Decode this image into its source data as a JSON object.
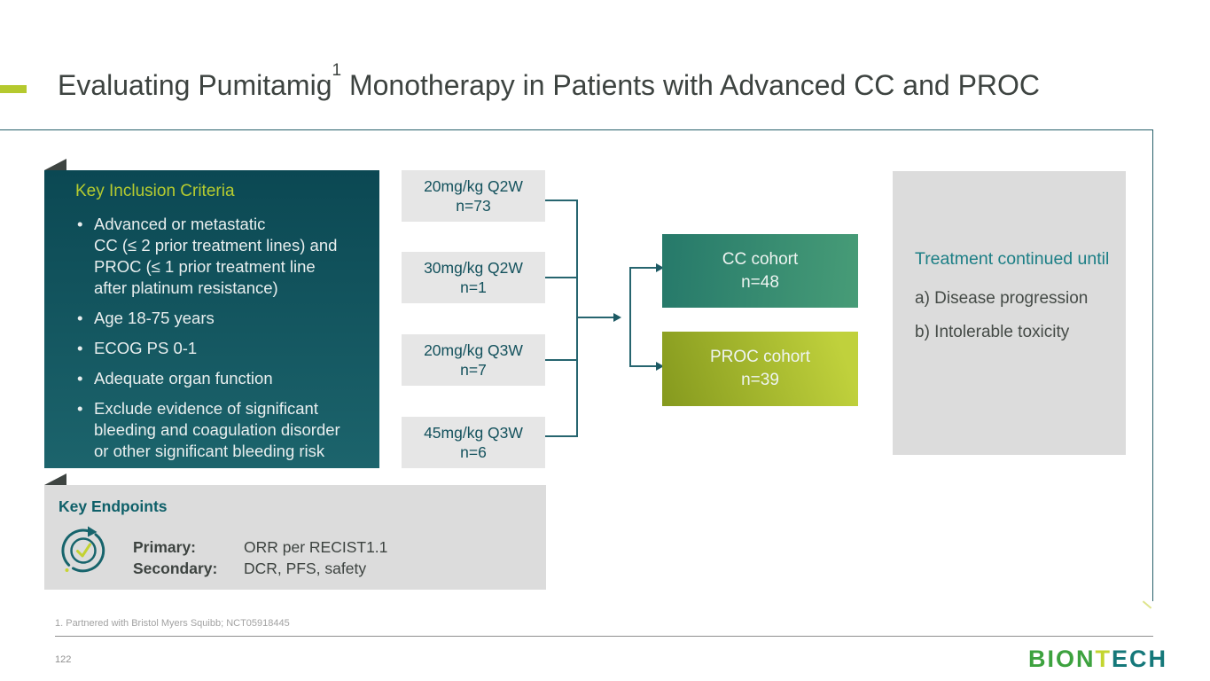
{
  "slide": {
    "title": {
      "prefix": "Evaluating Pumitamig",
      "sup": "1",
      "suffix": " Monotherapy in Patients with Advanced CC and PROC"
    },
    "footnote": "1. Partnered with Bristol Myers Squibb; NCT05918445",
    "page_number": "122",
    "logo": {
      "text": "BIONTECH",
      "letters": [
        "B",
        "I",
        "O",
        "N",
        "T",
        "E",
        "C",
        "H"
      ]
    }
  },
  "inclusion": {
    "heading": "Key Inclusion Criteria",
    "bullets": [
      "Advanced or metastatic\nCC (≤ 2 prior treatment lines) and\nPROC (≤ 1 prior treatment line\nafter platinum resistance)",
      "Age 18-75 years",
      "ECOG PS 0-1",
      "Adequate organ function",
      "Exclude evidence of significant\nbleeding and coagulation disorder\nor other significant bleeding risk"
    ]
  },
  "dose_groups": [
    {
      "dose": "20mg/kg Q2W",
      "n": "n=73"
    },
    {
      "dose": "30mg/kg Q2W",
      "n": "n=1"
    },
    {
      "dose": "20mg/kg Q3W",
      "n": "n=7"
    },
    {
      "dose": "45mg/kg Q3W",
      "n": "n=6"
    }
  ],
  "cohorts": [
    {
      "label": "CC cohort",
      "n": "n=48",
      "gradient": [
        "#26796a",
        "#479c77"
      ]
    },
    {
      "label": "PROC cohort",
      "n": "n=39",
      "gradient": [
        "#85991e",
        "#c0d13c"
      ]
    }
  ],
  "treatment": {
    "heading": "Treatment continued until",
    "items": [
      "a) Disease progression",
      "b) Intolerable toxicity"
    ]
  },
  "endpoints": {
    "heading": "Key Endpoints",
    "icon": "cycle-check-icon",
    "rows": [
      {
        "label": "Primary:",
        "value": "ORR per RECIST1.1"
      },
      {
        "label": "Secondary:",
        "value": "DCR, PFS, safety"
      }
    ]
  },
  "colors": {
    "accent_lime": "#b5c92e",
    "teal_box_top": "#0b4853",
    "teal_box_bottom": "#1c646c",
    "teal_line": "#26656f",
    "heading_teal": "#1b7e85",
    "dose_box_gray": "#e6e6e6",
    "panel_gray": "#dcdcdc",
    "title_gray": "#3d4340"
  }
}
